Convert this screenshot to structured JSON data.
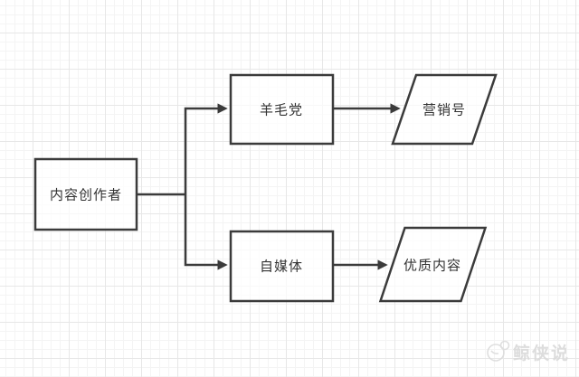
{
  "diagram": {
    "type": "flowchart",
    "nodes": [
      {
        "label": "内容创作者",
        "shape": "rectangle"
      },
      {
        "label": "羊毛党",
        "shape": "rectangle"
      },
      {
        "label": "营销号",
        "shape": "parallelogram"
      },
      {
        "label": "自媒体",
        "shape": "rectangle"
      },
      {
        "label": "优质内容",
        "shape": "parallelogram"
      }
    ],
    "edges": [
      {
        "from": "内容创作者",
        "to": "羊毛党",
        "arrow": true
      },
      {
        "from": "内容创作者",
        "to": "自媒体",
        "arrow": true
      },
      {
        "from": "羊毛党",
        "to": "营销号",
        "arrow": true
      },
      {
        "from": "自媒体",
        "to": "优质内容",
        "arrow": true
      }
    ]
  },
  "watermark": {
    "text": "鲸侠说",
    "icon": "whale-logo-icon"
  },
  "colors": {
    "shape_stroke": "#3b3b3b",
    "label_text": "#333333",
    "watermark": "#dadada",
    "grid_minor": "#f4f4f4",
    "grid_major": "#e7e7e7",
    "background": "#ffffff"
  }
}
